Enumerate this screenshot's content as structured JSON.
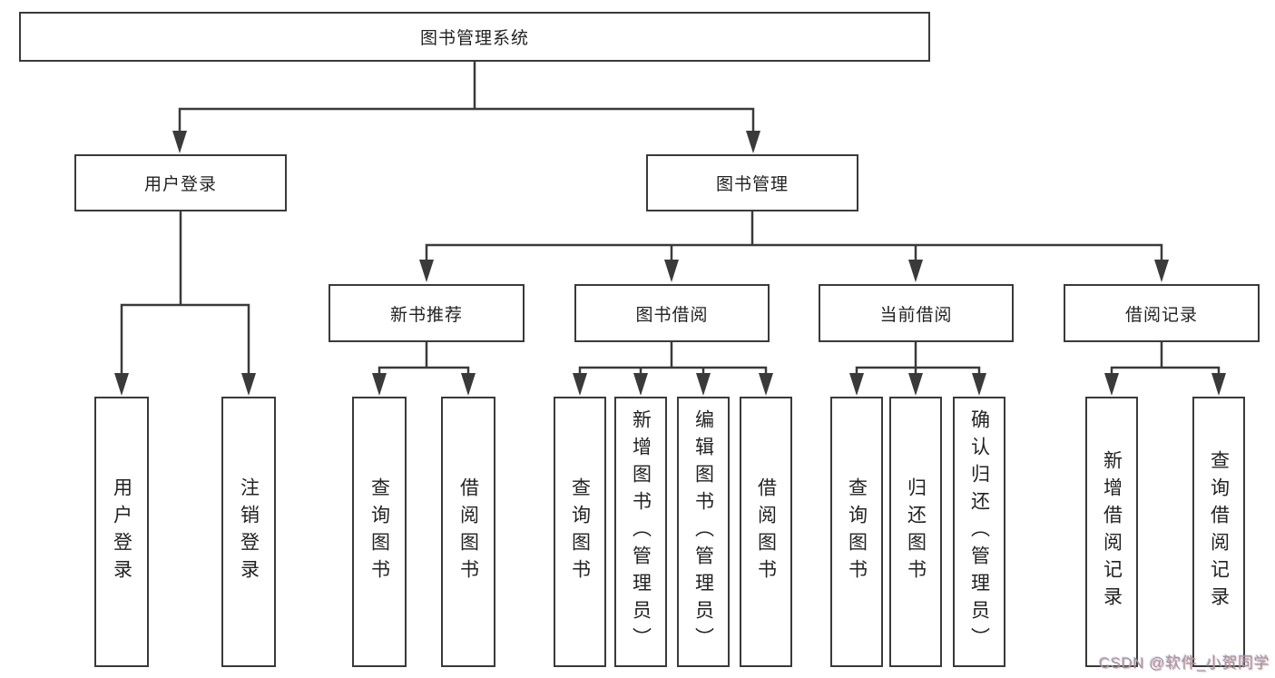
{
  "root": {
    "label": "图书管理系统"
  },
  "user_login": {
    "label": "用户登录",
    "children": [
      {
        "label": "用户登录"
      },
      {
        "label": "注销登录"
      }
    ]
  },
  "book_mgmt": {
    "label": "图书管理",
    "sections": [
      {
        "label": "新书推荐",
        "children": [
          {
            "label": "查询图书"
          },
          {
            "label": "借阅图书"
          }
        ]
      },
      {
        "label": "图书借阅",
        "children": [
          {
            "label": "查询图书"
          },
          {
            "label": "新增图书（管理员）"
          },
          {
            "label": "编辑图书（管理员）"
          },
          {
            "label": "借阅图书"
          }
        ]
      },
      {
        "label": "当前借阅",
        "children": [
          {
            "label": "查询图书"
          },
          {
            "label": "归还图书"
          },
          {
            "label": "确认归还（管理员）"
          }
        ]
      },
      {
        "label": "借阅记录",
        "children": [
          {
            "label": "新增借阅记录"
          },
          {
            "label": "查询借阅记录"
          }
        ]
      }
    ]
  },
  "watermark": "CSDN @软件_小贺同学",
  "colors": {
    "line": "#3a3a3a",
    "text": "#222222",
    "watermark_gray": "#9b9b9b",
    "background": "#ffffff"
  }
}
